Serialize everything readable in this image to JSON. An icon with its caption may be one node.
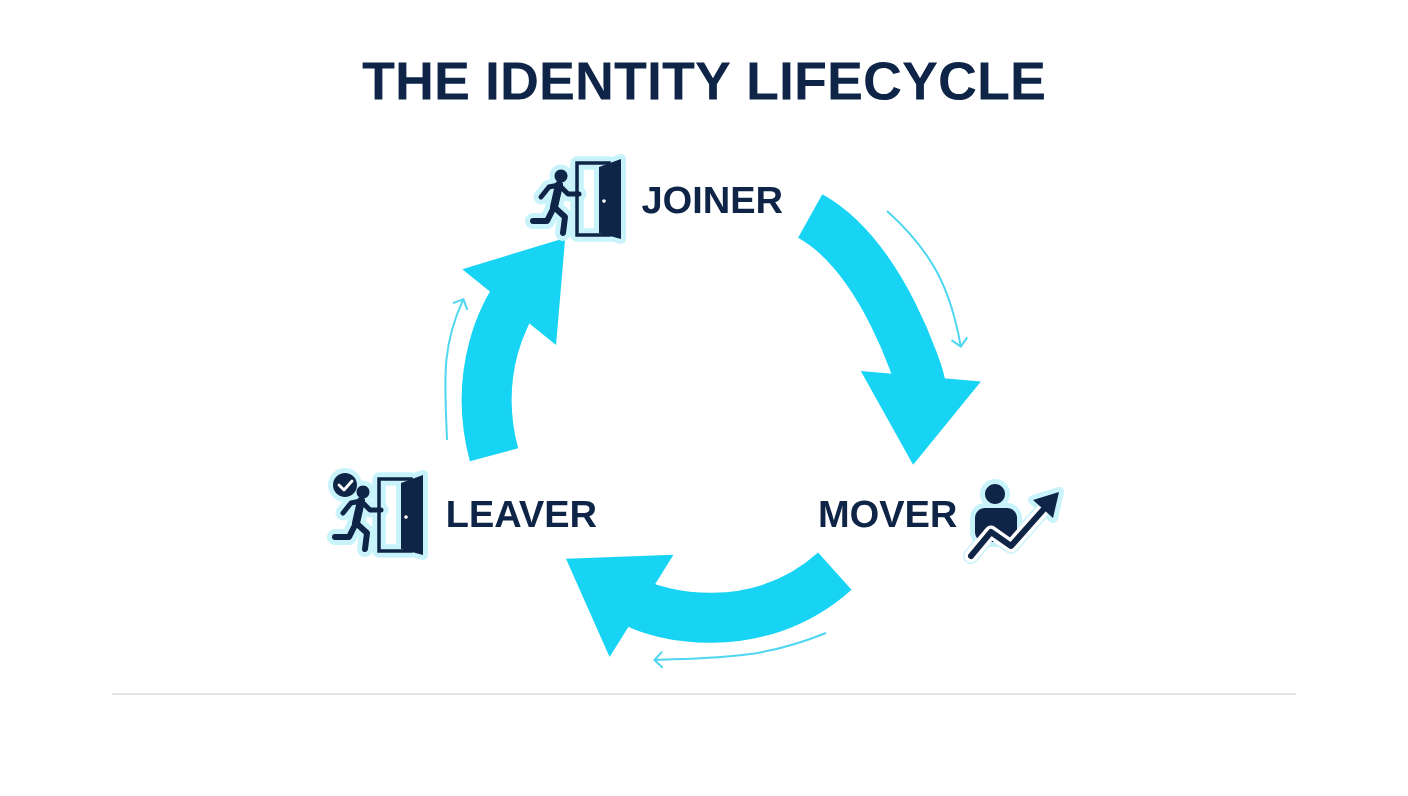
{
  "diagram": {
    "title": "THE IDENTITY LIFECYCLE",
    "nodes": [
      {
        "text": [
          "JOINER"
        ]
      },
      {
        "text": [
          "MOVER"
        ]
      },
      {
        "text": [
          "LEAVER"
        ]
      }
    ],
    "edges": [
      {
        "from": 0,
        "to": 1,
        "arrow": "to"
      },
      {
        "from": 1,
        "to": 2,
        "arrow": "to"
      },
      {
        "from": 2,
        "to": 0,
        "arrow": "to"
      }
    ]
  }
}
